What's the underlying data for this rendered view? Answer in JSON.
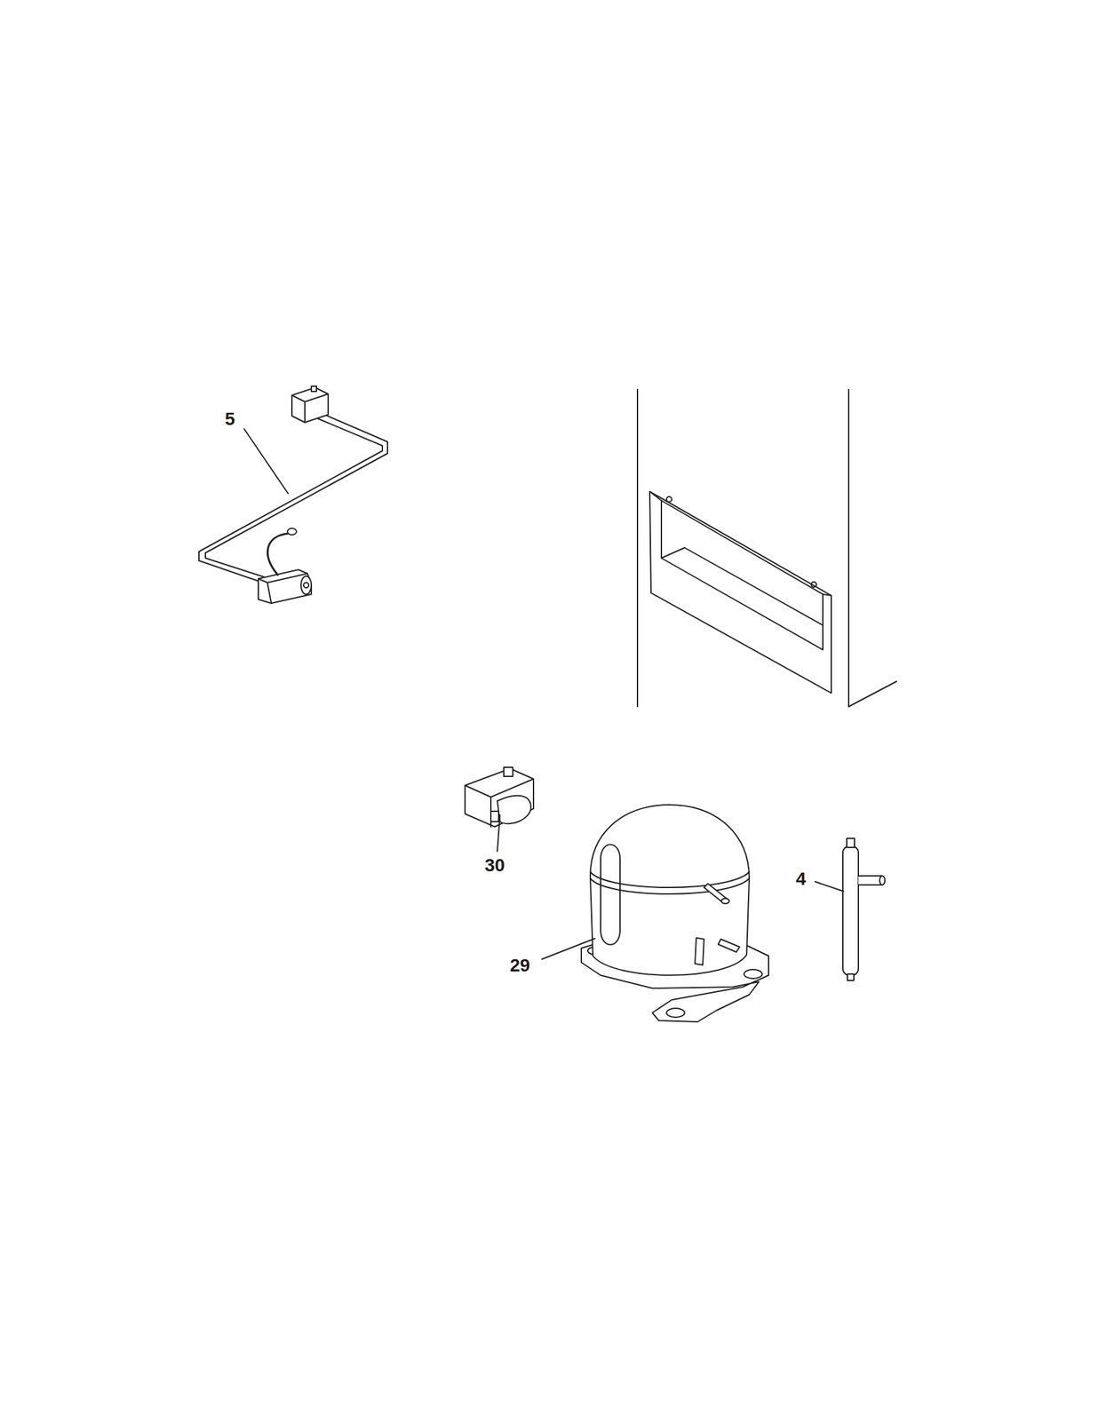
{
  "diagram": {
    "labels": [
      "5",
      "30",
      "29",
      "4"
    ]
  }
}
